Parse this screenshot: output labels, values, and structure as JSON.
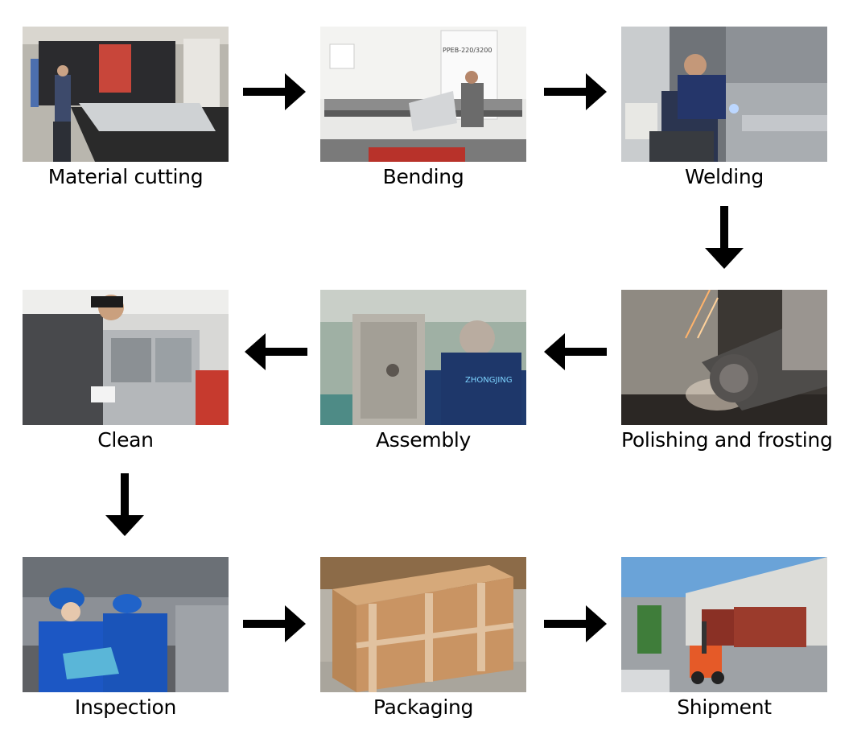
{
  "steps": [
    {
      "id": "material-cutting",
      "label": "Material cutting",
      "photo": "laser-cutting-machine"
    },
    {
      "id": "bending",
      "label": "Bending",
      "photo": "press-brake-machine"
    },
    {
      "id": "welding",
      "label": "Welding",
      "photo": "welder-at-work"
    },
    {
      "id": "polishing",
      "label": "Polishing and frosting",
      "photo": "angle-grinder-sparks"
    },
    {
      "id": "assembly",
      "label": "Assembly",
      "photo": "worker-assembling-cabinet"
    },
    {
      "id": "clean",
      "label": "Clean",
      "photo": "worker-cleaning-steel-cabinet"
    },
    {
      "id": "inspection",
      "label": "Inspection",
      "photo": "inspectors-with-clipboard"
    },
    {
      "id": "packaging",
      "label": "Packaging",
      "photo": "wooden-crate"
    },
    {
      "id": "shipment",
      "label": "Shipment",
      "photo": "forklift-and-trucks"
    }
  ],
  "photo_texts": {
    "press_brake_model": "PPEB-220/3200",
    "jacket_logo": "ZHONGJING"
  },
  "arrows": [
    {
      "from": "material-cutting",
      "to": "bending",
      "direction": "right"
    },
    {
      "from": "bending",
      "to": "welding",
      "direction": "right"
    },
    {
      "from": "welding",
      "to": "polishing",
      "direction": "down"
    },
    {
      "from": "polishing",
      "to": "assembly",
      "direction": "left"
    },
    {
      "from": "assembly",
      "to": "clean",
      "direction": "left"
    },
    {
      "from": "clean",
      "to": "inspection",
      "direction": "down"
    },
    {
      "from": "inspection",
      "to": "packaging",
      "direction": "right"
    },
    {
      "from": "packaging",
      "to": "shipment",
      "direction": "right"
    }
  ],
  "colors": {
    "arrow": "#000000",
    "label": "#000000",
    "background": "#ffffff"
  }
}
